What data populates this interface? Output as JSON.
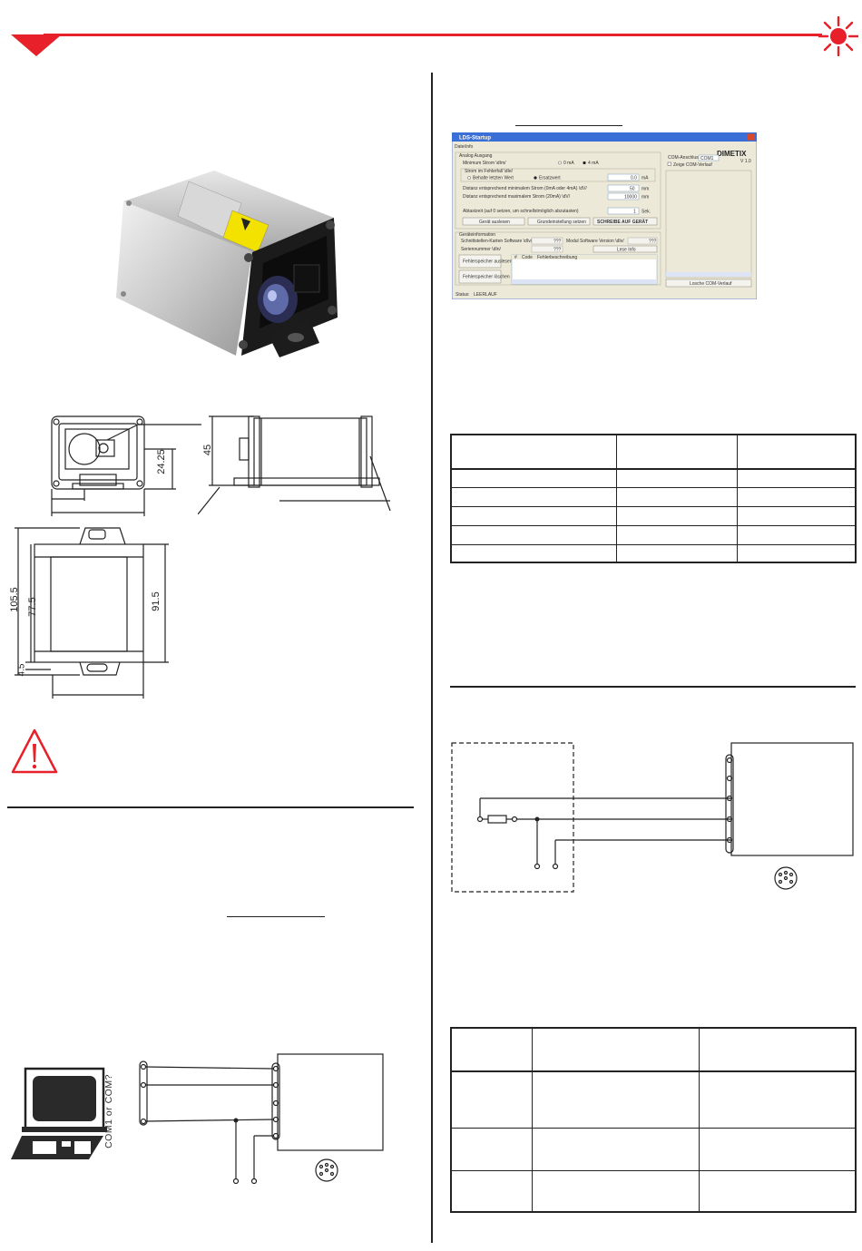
{
  "header": {
    "accent_color": "#e8202a"
  },
  "software_window": {
    "title": "LDS-Startup",
    "menu": [
      "Datei",
      "Info"
    ],
    "brand": "DIMETIX",
    "version": "V 1.0",
    "com_label": "COM-Anschluss:",
    "com_value": "COM1",
    "show_com_label": "Zeige COM-Verlauf",
    "clear_com_button": "Losche COM-Verlauf",
    "analog_group": "Analog Ausgang",
    "min_current_label": "Minimum Strom \\dIm/",
    "opt_0ma": "0 mA",
    "opt_4ma": "4 mA",
    "error_group": "Strom im Fehlerfall \\dIe/",
    "opt_keep": "Behalte letzten Wert",
    "opt_replace": "Ersatzwert",
    "replace_value": "0.0",
    "replace_unit": "mA",
    "dist_min_label": "Distanz entsprechend minimalem Strom (0mA oder 4mA) \\dV/",
    "dist_min_value": "50",
    "dist_min_unit": "mm",
    "dist_max_label": "Distanz entsprechend maximalem Strom (20mA) \\dV/",
    "dist_max_value": "10000",
    "dist_max_unit": "mm",
    "interval_label": "Abtastzeit (auf 0 setzen, um schnellstmöglich abzutasten)",
    "interval_value": "1",
    "interval_unit": "Sek.",
    "btn_read": "Gerät auslesen",
    "btn_reset": "Grundeinstellung setzen",
    "btn_write": "SCHREIBE AUF GERÄT",
    "info_group": "Geräteinformation",
    "if_card_label": "Schnittstellen-Karten Software \\dIv/",
    "if_card_value": "???",
    "module_label": "Modul Software Version \\dIv/",
    "module_value": "???",
    "serial_label": "Seriennummer \\dIn/",
    "serial_value": "???",
    "btn_read_info": "Lese Info",
    "btn_err_read": "Fehlerspeicher auslesen",
    "btn_err_clear": "Fehlerspeicher löschen",
    "err_col_num": "#",
    "err_col_code": "Code",
    "err_col_desc": "Fehlerbeschreibung",
    "status_label": "Status:",
    "status_value": "LEERLAUF"
  },
  "drawing": {
    "dim_height": "45",
    "dim_offset": "24.25",
    "dim_total_length": "105.5",
    "dim_body_length": "77.5",
    "dim_length_right": "91.5",
    "dim_lug": "4.5"
  },
  "pc": {
    "port_label": "COM1 or COM?"
  }
}
